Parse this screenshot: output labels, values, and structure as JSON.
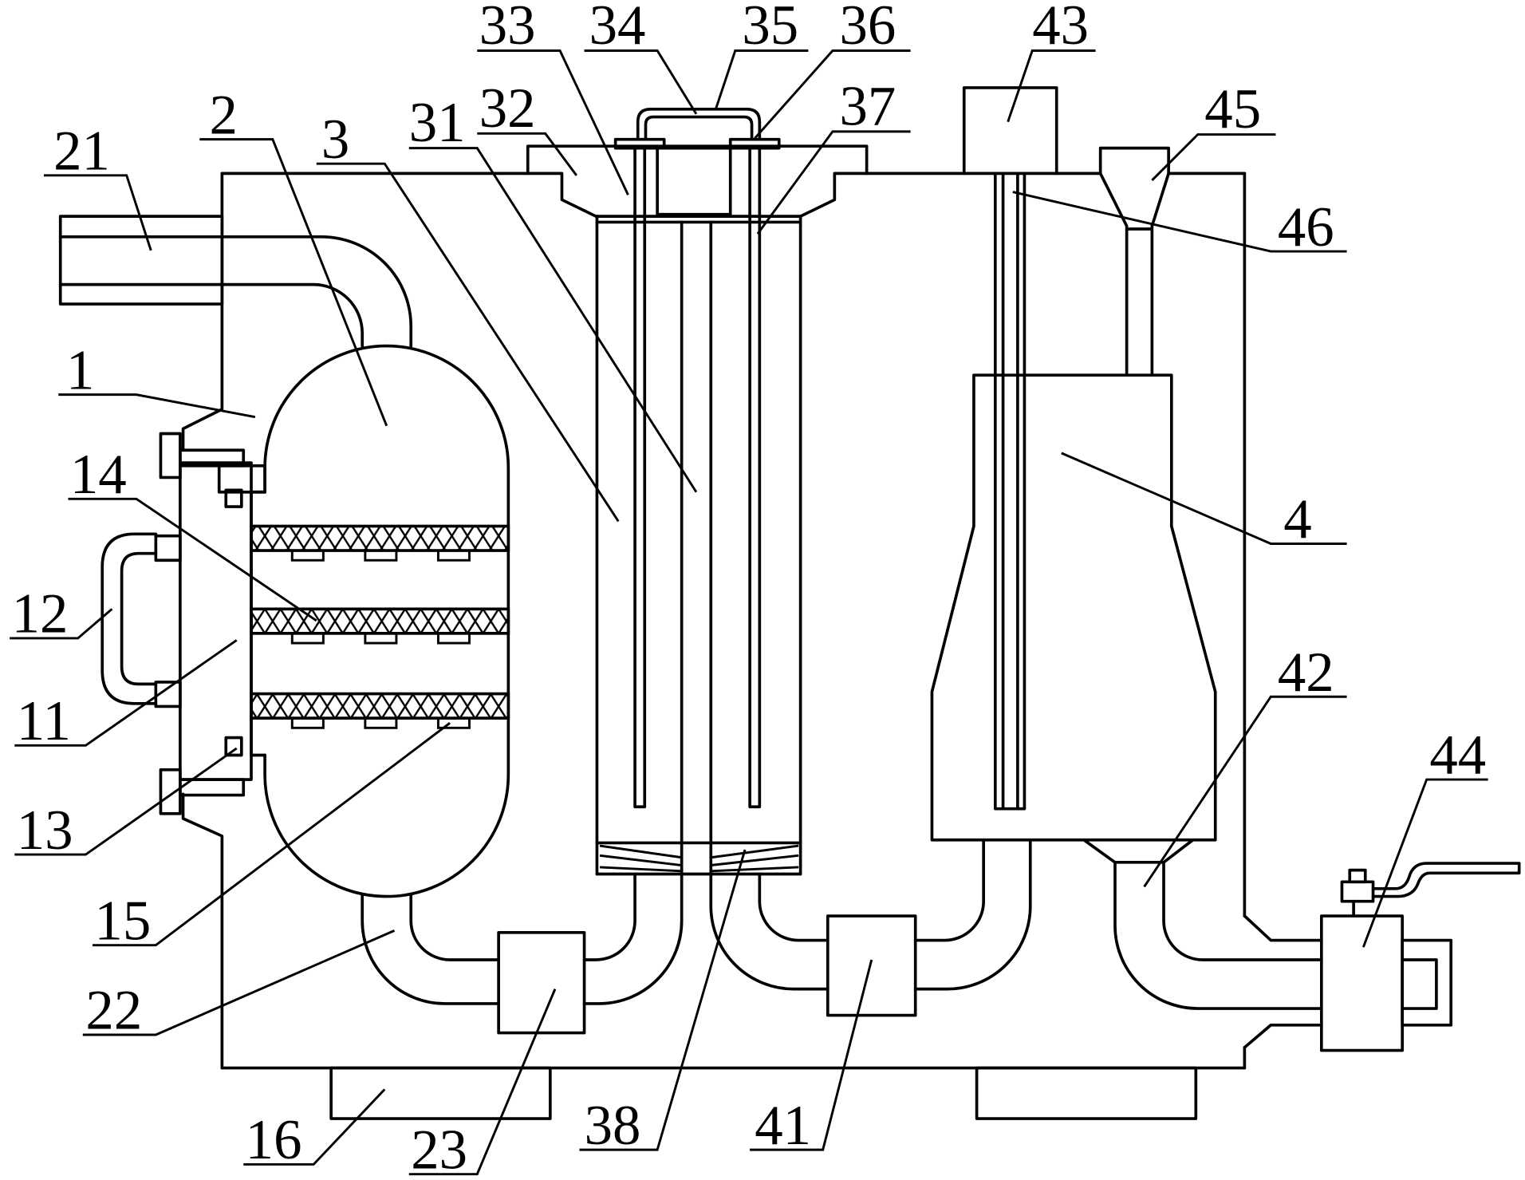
{
  "labels": {
    "n1": "1",
    "n2": "2",
    "n3": "3",
    "n4": "4",
    "n11": "11",
    "n12": "12",
    "n13": "13",
    "n14": "14",
    "n15": "15",
    "n16": "16",
    "n21": "21",
    "n22": "22",
    "n23": "23",
    "n31": "31",
    "n32": "32",
    "n33": "33",
    "n34": "34",
    "n35": "35",
    "n36": "36",
    "n37": "37",
    "n38": "38",
    "n41": "41",
    "n42": "42",
    "n43": "43",
    "n44": "44",
    "n45": "45",
    "n46": "46"
  },
  "colors": {
    "line": "#000000",
    "background": "#ffffff"
  }
}
